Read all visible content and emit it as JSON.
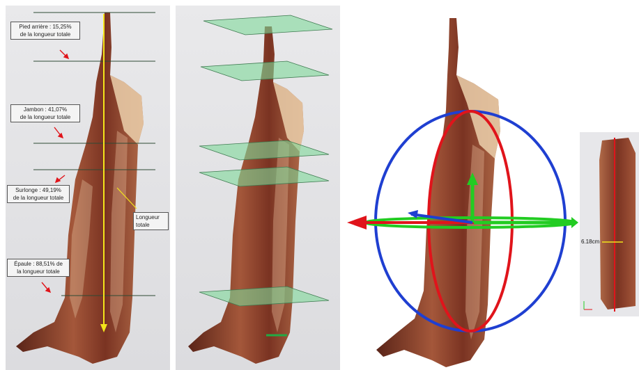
{
  "panel1": {
    "labels": {
      "pied_arriere": "Pied arrière : 15,25%\nde la longueur totale",
      "jambon": "Jambon : 41,07%\nde la longueur totale",
      "surlonge": "Surlonge : 49,19%\nde la longueur totale",
      "epaule": "Épaule : 88,51% de\nla longueur totale",
      "longueur_totale": "Longueur\ntotale"
    }
  },
  "panel4": {
    "measurement": "6.18cm"
  },
  "colors": {
    "meat_dark": "#6b2a1c",
    "meat_mid": "#a4573a",
    "fat": "#e7c9a5",
    "yellow_axis": "#f3e51a",
    "plane_green": "#7fd99a",
    "ring_blue": "#1f3fd1",
    "ring_red": "#e0141b",
    "axis_green": "#22cc22"
  }
}
